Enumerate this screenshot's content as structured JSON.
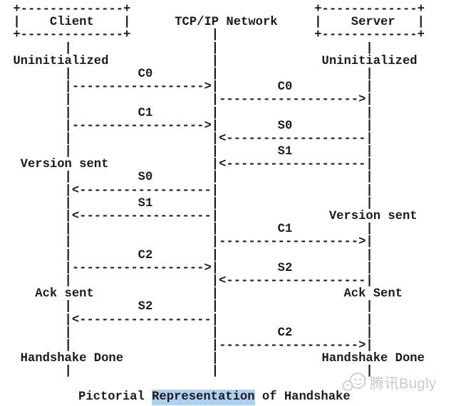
{
  "figure": {
    "entities": [
      "Client",
      "TCP/IP Network",
      "Server"
    ],
    "packets": [
      "C0",
      "C1",
      "C2",
      "S0",
      "S1",
      "S2"
    ],
    "client_states": [
      "Uninitialized",
      "Version sent",
      "Ack sent",
      "Handshake Done"
    ],
    "server_states": [
      "Uninitialized",
      "Version sent",
      "Ack Sent",
      "Handshake Done"
    ]
  },
  "diagram": {
    "lines": [
      " +--------------+                         +-------------+",
      " |    Client    |      TCP/IP Network     |    Server   |",
      " +--------------+           |             +-------------+",
      "        |                   |                    |",
      " Uninitialized              |              Uninitialized",
      "        |         C0        |                    |",
      "        |------------------>|        C0          |",
      "        |                   |------------------->|",
      "        |         C1        |                    |",
      "        |------------------>|        S0          |",
      "        |                   |<-------------------|",
      "        |                   |        S1          |",
      "  Version sent              |<-------------------|",
      "        |         S0        |                    |",
      "        |<------------------|                    |",
      "        |         S1        |                    |",
      "        |<------------------|               Version sent",
      "        |                   |        C1          |",
      "        |                   |------------------->|",
      "        |         C2        |                    |",
      "        |------------------>|        S2          |",
      "        |                   |<-------------------|",
      "    Ack sent                |                 Ack Sent",
      "        |         S2        |                    |",
      "        |<------------------|                    |",
      "        |                   |        C2          |",
      "        |                   |------------------->|",
      "  Handshake Done            |              Handshake Done",
      "        |                   |                    |"
    ]
  },
  "caption": {
    "prefix": "Pictorial ",
    "highlight": "Representation",
    "suffix": " of Handshake"
  },
  "watermark": {
    "text": "腾讯Bugly",
    "logo": "bugly-face-logo"
  },
  "colors": {
    "background": "#ffffff",
    "text": "#1c1c1c",
    "highlight_bg": "#aed1f2",
    "watermark": "#c9c9c9"
  }
}
